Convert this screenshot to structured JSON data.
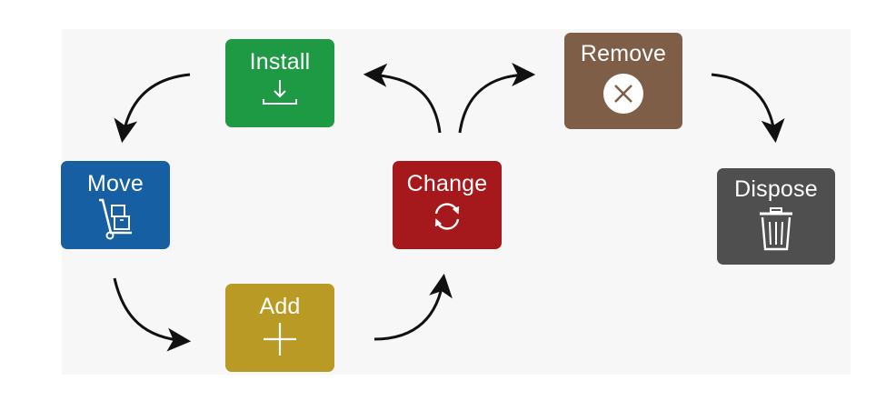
{
  "diagram": {
    "nodes": [
      {
        "id": "install",
        "label": "Install",
        "color": "#1e9a45",
        "icon": "download-icon"
      },
      {
        "id": "move",
        "label": "Move",
        "color": "#155fa2",
        "icon": "hand-truck-icon"
      },
      {
        "id": "add",
        "label": "Add",
        "color": "#b99a24",
        "icon": "plus-icon"
      },
      {
        "id": "change",
        "label": "Change",
        "color": "#a5181c",
        "icon": "refresh-icon"
      },
      {
        "id": "remove",
        "label": "Remove",
        "color": "#7f5e48",
        "icon": "close-circle-icon"
      },
      {
        "id": "dispose",
        "label": "Dispose",
        "color": "#4f4f4f",
        "icon": "trash-icon"
      }
    ],
    "edges": [
      {
        "from": "install",
        "to": "move"
      },
      {
        "from": "move",
        "to": "add"
      },
      {
        "from": "add",
        "to": "change"
      },
      {
        "from": "change",
        "to": "install"
      },
      {
        "from": "change",
        "to": "remove"
      },
      {
        "from": "remove",
        "to": "dispose"
      }
    ]
  }
}
